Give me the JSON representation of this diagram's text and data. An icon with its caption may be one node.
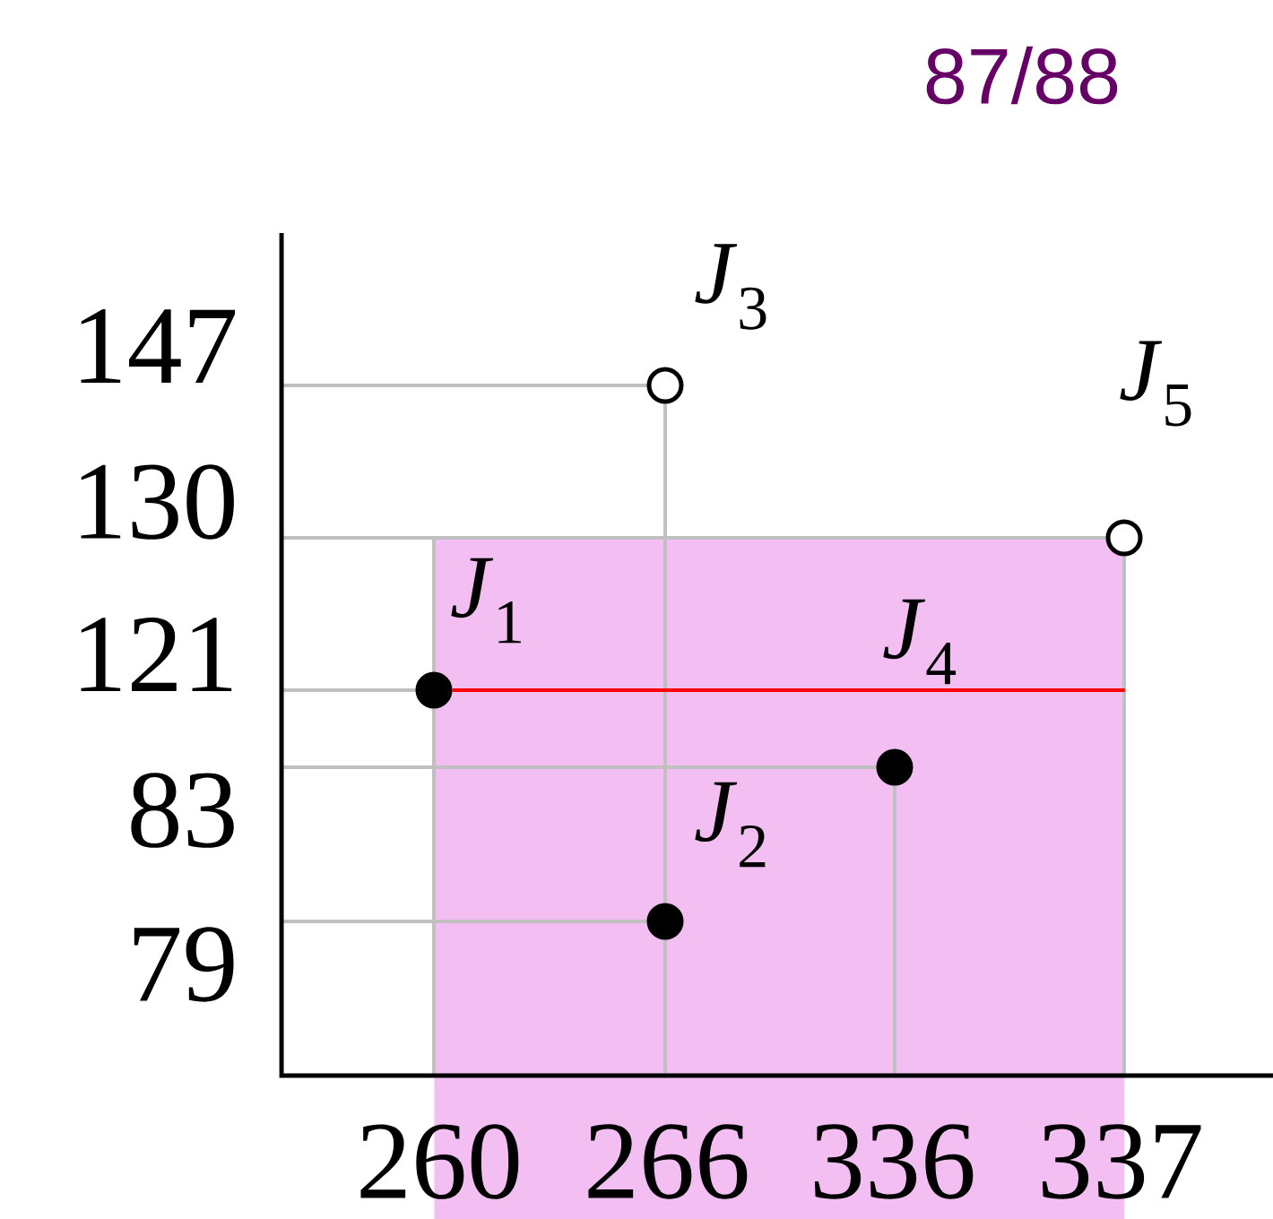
{
  "diagram": {
    "nodes": [
      {
        "text": [],
        "shape": "circle",
        "beside": [
          "*J*$_{3}$"
        ]
      },
      {
        "text": [],
        "shape": "circle",
        "beside": [
          "*J*$_{5}$"
        ]
      },
      {
        "text": [],
        "shape": "box"
      },
      {
        "text": [],
        "shape": "dot",
        "beside": [
          "*J*$_{1}$"
        ]
      },
      {
        "text": [],
        "shape": "dot",
        "beside": [
          "*J*$_{4}$"
        ],
        "in": 2
      },
      {
        "text": [],
        "shape": "dot",
        "beside": [
          "*J*$_{2}$"
        ],
        "in": 2
      }
    ],
    "edges": [
      {
        "from": 3,
        "to": 2,
        "arrow": "none",
        "color": "#ff0000"
      }
    ],
    "labels": [
      "87/88",
      "147",
      "130",
      "121",
      "83",
      "79",
      "260",
      "266",
      "336",
      "337"
    ]
  }
}
